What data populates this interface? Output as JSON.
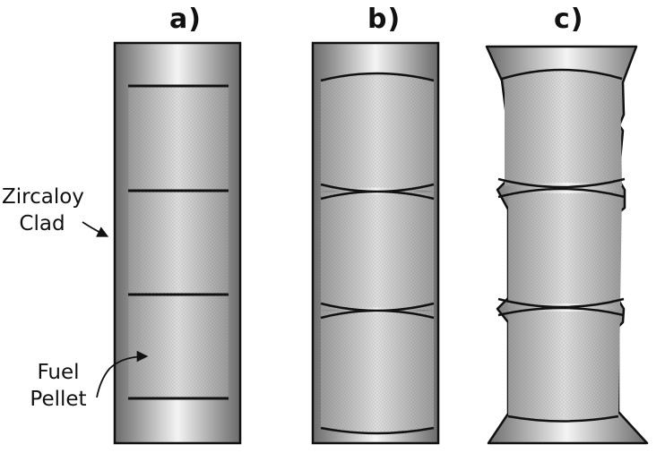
{
  "panels": [
    {
      "label": "a)"
    },
    {
      "label": "b)"
    },
    {
      "label": "c)"
    }
  ],
  "annotations": {
    "clad_line1": "Zircaloy",
    "clad_line2": "Clad",
    "pellet_line1": "Fuel",
    "pellet_line2": "Pellet"
  },
  "colors": {
    "outline": "#111111",
    "clad_dark": "#6a6a6a",
    "clad_light": "#f2f2f2",
    "pellet_base": "#c4c4c4"
  }
}
